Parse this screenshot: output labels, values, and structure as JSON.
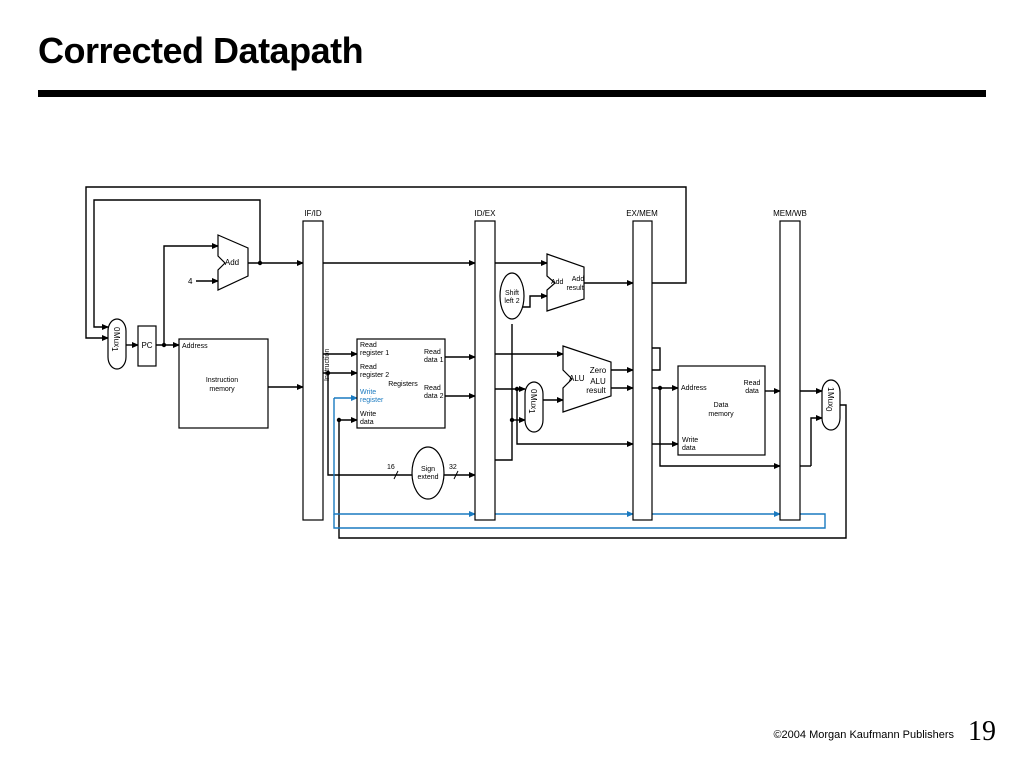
{
  "slide": {
    "title": "Corrected Datapath",
    "footer": "©2004 Morgan Kaufmann Publishers",
    "page_number": "19"
  },
  "diagram": {
    "pipeline_registers": [
      "IF/ID",
      "ID/EX",
      "EX/MEM",
      "MEM/WB"
    ],
    "mux_label": "Mux",
    "mux_in0": "0",
    "mux_in1": "1",
    "add_label": "Add",
    "add_result_label": [
      "Add",
      "result"
    ],
    "const_four": "4",
    "pc_label": "PC",
    "imem_address": "Address",
    "imem_label": [
      "Instruction",
      "memory"
    ],
    "instruction_label": "Instruction",
    "shift_label": [
      "Shift",
      "left 2"
    ],
    "registers": {
      "read_reg1": [
        "Read",
        "register 1"
      ],
      "read_reg2": [
        "Read",
        "register 2"
      ],
      "write_reg": [
        "Write",
        "register"
      ],
      "write_data": [
        "Write",
        "data"
      ],
      "read_data1": [
        "Read",
        "data 1"
      ],
      "read_data2": [
        "Read",
        "data 2"
      ],
      "title": "Registers"
    },
    "sign_extend": [
      "Sign",
      "extend"
    ],
    "bits_in": "16",
    "bits_out": "32",
    "alu_label": "ALU",
    "alu_zero": "Zero",
    "alu_result": [
      "ALU",
      "result"
    ],
    "dmem": {
      "address": "Address",
      "label": [
        "Data",
        "memory"
      ],
      "read_data": [
        "Read",
        "data"
      ],
      "write_data": [
        "Write",
        "data"
      ]
    },
    "colors": {
      "line": "#000000",
      "highlight": "#1a7ac0"
    }
  }
}
